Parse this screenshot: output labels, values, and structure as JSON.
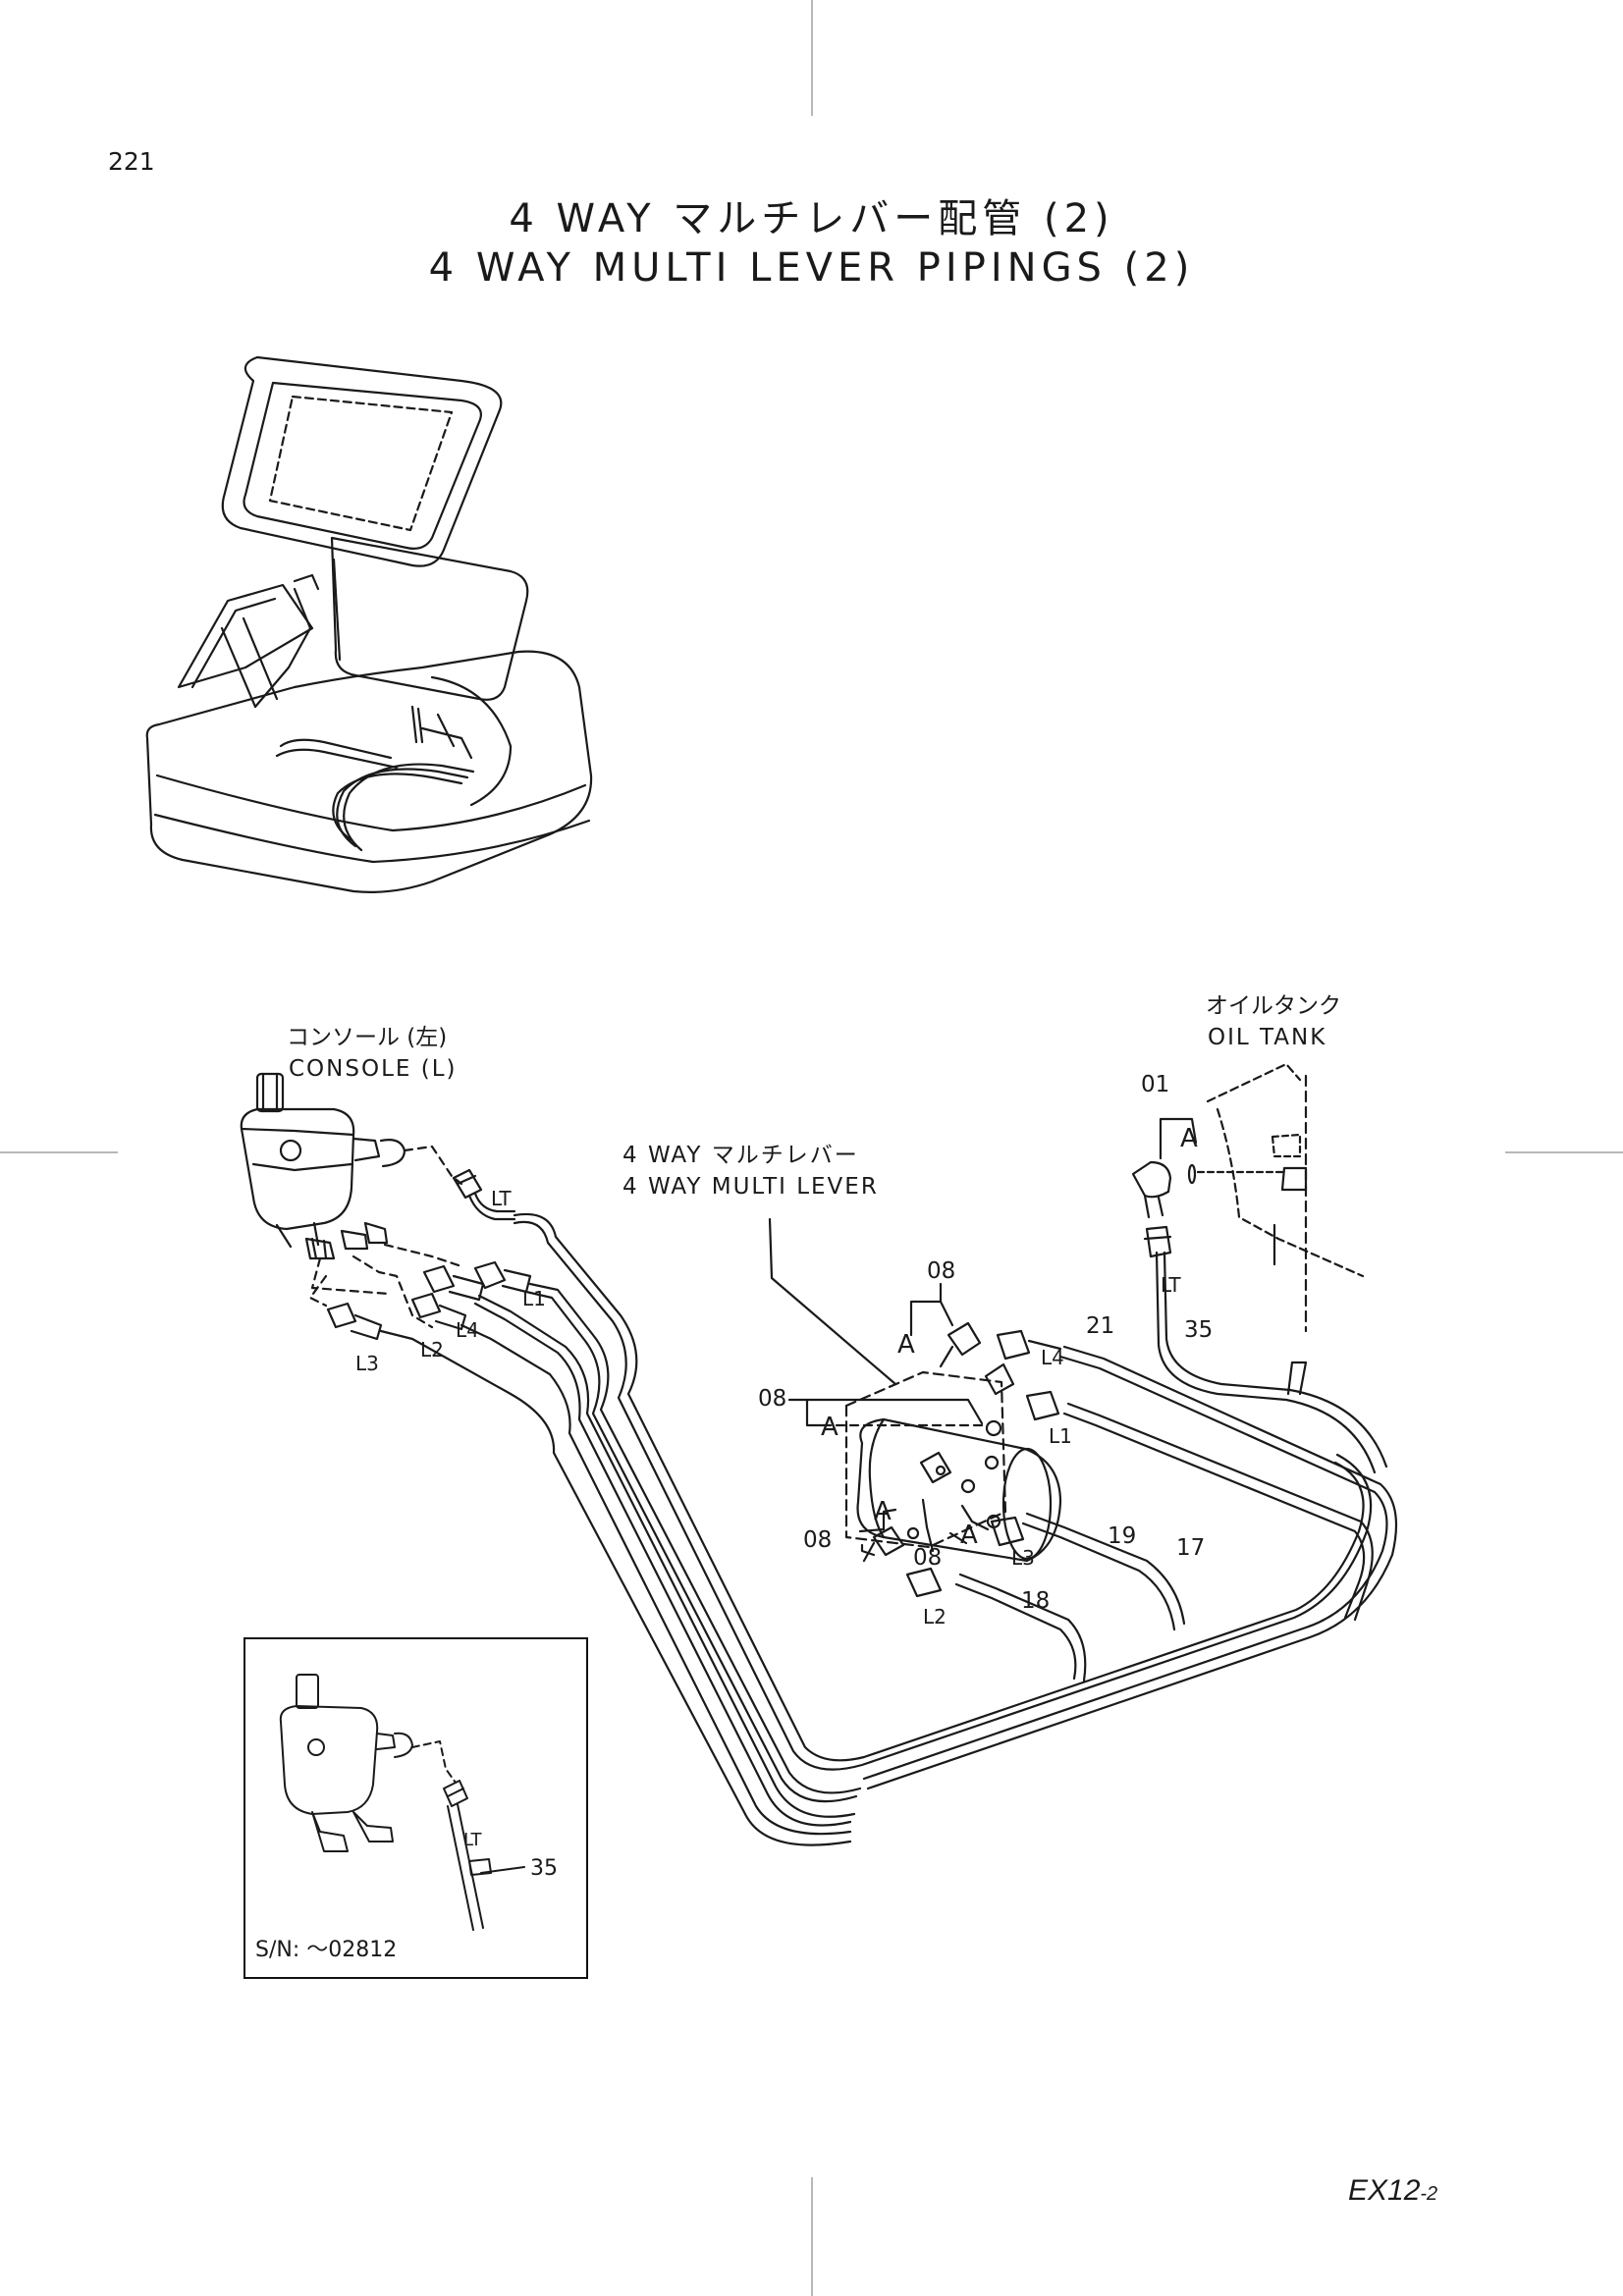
{
  "page": {
    "number": "221",
    "model": "EX12",
    "model_suffix": "-2"
  },
  "title": {
    "jp": "4 WAY マルチレバー配管 (2)",
    "en": "4 WAY MULTI LEVER PIPINGS (2)"
  },
  "callouts": {
    "console_jp": "コンソール (左)",
    "console_en": "CONSOLE (L)",
    "oil_tank_jp": "オイルタンク",
    "oil_tank_en": "OIL TANK",
    "multi_lever_jp": "4 WAY マルチレバー",
    "multi_lever_en": "4 WAY MULTI LEVER"
  },
  "part_numbers": {
    "p01": "01",
    "p08a": "08",
    "p08b": "08",
    "p08c": "08",
    "p08d": "08",
    "p17": "17",
    "p18": "18",
    "p19": "19",
    "p21": "21",
    "p35": "35"
  },
  "port_labels": {
    "lt": "LT",
    "l1": "L1",
    "l2": "L2",
    "l3": "L3",
    "l4": "L4"
  },
  "detail_marks": {
    "a": "A"
  },
  "inset": {
    "serial": "S/N: ～02812",
    "part": "35",
    "port": "LT"
  },
  "colors": {
    "line": "#1a1a1a",
    "background": "#ffffff",
    "crop_mark": "#b8b8b8"
  }
}
